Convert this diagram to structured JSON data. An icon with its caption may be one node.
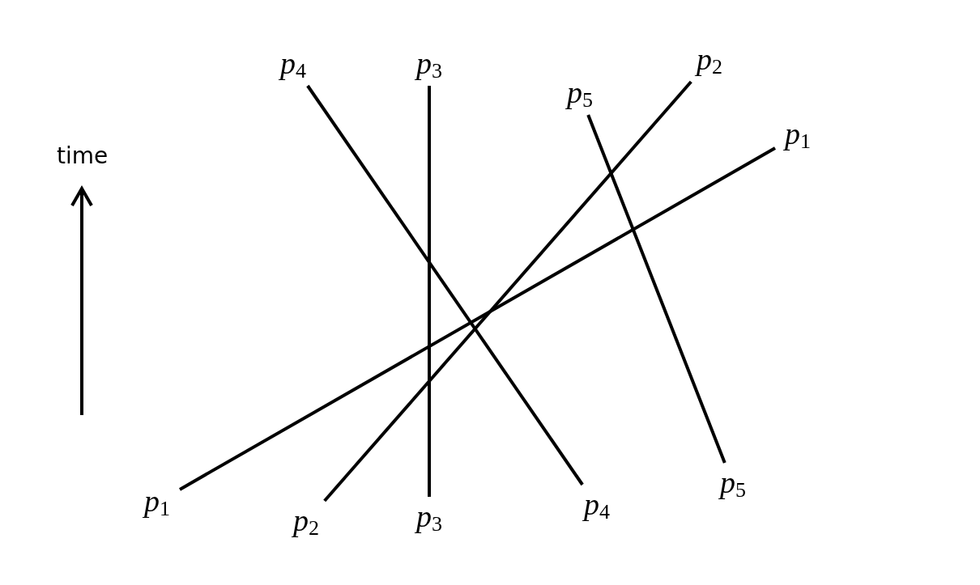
{
  "diagram": {
    "nodes": [
      {
        "text": [
          "p$_{4}$"
        ]
      },
      {
        "text": [
          "p$_{3}$"
        ]
      },
      {
        "text": [
          "p$_{5}$"
        ]
      },
      {
        "text": [
          "p$_{2}$"
        ]
      },
      {
        "text": [
          "p$_{1}$"
        ]
      },
      {
        "text": [
          "p$_{1}$"
        ]
      },
      {
        "text": [
          "p$_{2}$"
        ]
      },
      {
        "text": [
          "p$_{3}$"
        ]
      },
      {
        "text": [
          "p$_{4}$"
        ]
      },
      {
        "text": [
          "p$_{5}$"
        ]
      }
    ],
    "edges": [
      {
        "from": 5,
        "to": 4,
        "arrow": "none"
      },
      {
        "from": 6,
        "to": 3,
        "arrow": "none"
      },
      {
        "from": 7,
        "to": 1,
        "arrow": "none"
      },
      {
        "from": 8,
        "to": 0,
        "arrow": "none"
      },
      {
        "from": 9,
        "to": 2,
        "arrow": "none"
      }
    ],
    "labels": [
      "time"
    ]
  }
}
